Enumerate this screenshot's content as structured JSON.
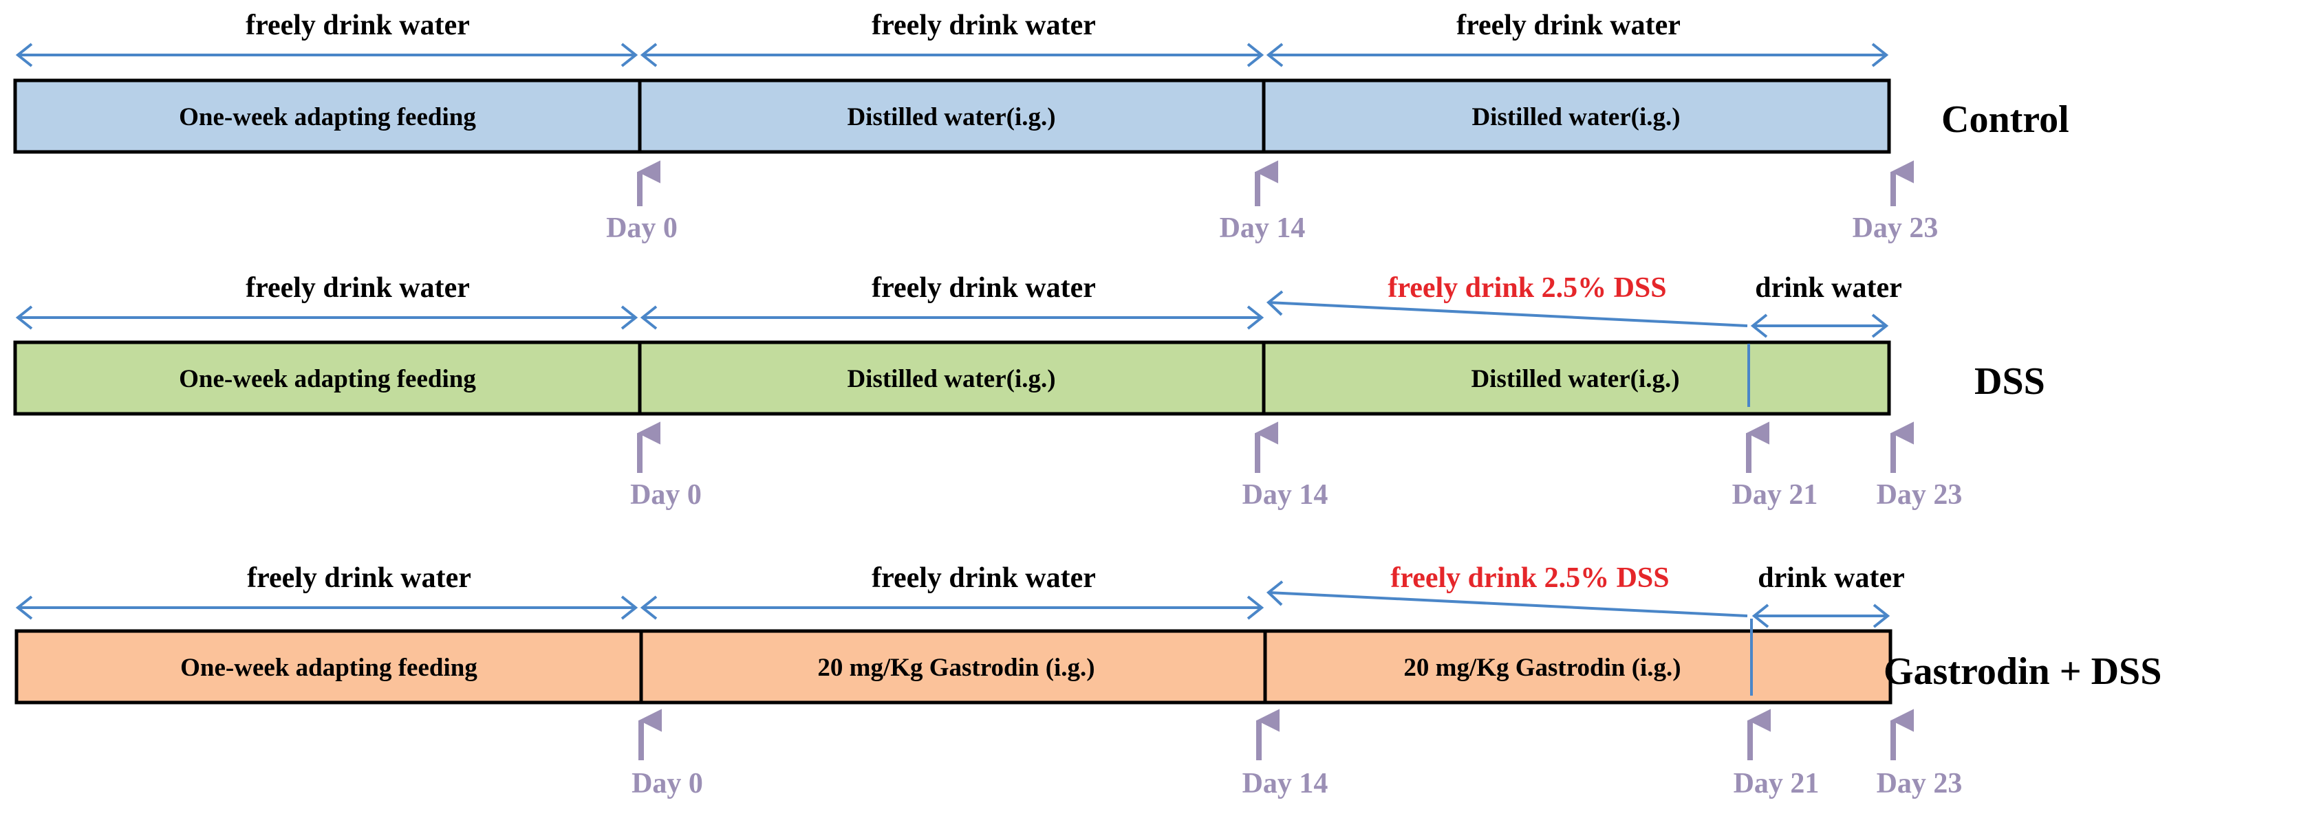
{
  "colors": {
    "control_fill": "#b7d0e8",
    "dss_fill": "#c2dc9d",
    "gastrodin_fill": "#fbc29a",
    "arrow_blue": "#4a86c8",
    "day_purple": "#9b8fb5",
    "dss_red": "#e5262a",
    "outline": "#000000"
  },
  "rows": [
    {
      "group": "Control",
      "fill": "#b7d0e8",
      "top_labels": [
        {
          "text": "freely drink water",
          "color": "#000000"
        },
        {
          "text": "freely drink water",
          "color": "#000000"
        },
        {
          "text": "freely drink water",
          "color": "#000000"
        }
      ],
      "segments": [
        "One-week adapting feeding",
        "Distilled water(i.g.)",
        "Distilled water(i.g.)"
      ],
      "days": [
        "Day 0",
        "Day 14",
        "Day 23"
      ]
    },
    {
      "group": "DSS",
      "fill": "#c2dc9d",
      "top_labels": [
        {
          "text": "freely drink water",
          "color": "#000000"
        },
        {
          "text": "freely drink water",
          "color": "#000000"
        },
        {
          "text": "freely drink 2.5% DSS",
          "color": "#e5262a"
        },
        {
          "text": "drink water",
          "color": "#000000"
        }
      ],
      "segments": [
        "One-week adapting feeding",
        "Distilled water(i.g.)",
        "Distilled water(i.g.)"
      ],
      "days": [
        "Day 0",
        "Day 14",
        "Day 21",
        "Day 23"
      ]
    },
    {
      "group": "Gastrodin + DSS",
      "fill": "#fbc29a",
      "top_labels": [
        {
          "text": "freely drink water",
          "color": "#000000"
        },
        {
          "text": "freely drink water",
          "color": "#000000"
        },
        {
          "text": "freely drink 2.5% DSS",
          "color": "#e5262a"
        },
        {
          "text": "drink water",
          "color": "#000000"
        }
      ],
      "segments": [
        "One-week adapting feeding",
        "20 mg/Kg Gastrodin (i.g.)",
        "20 mg/Kg Gastrodin (i.g.)"
      ],
      "days": [
        "Day 0",
        "Day 14",
        "Day 21",
        "Day 23"
      ]
    }
  ]
}
